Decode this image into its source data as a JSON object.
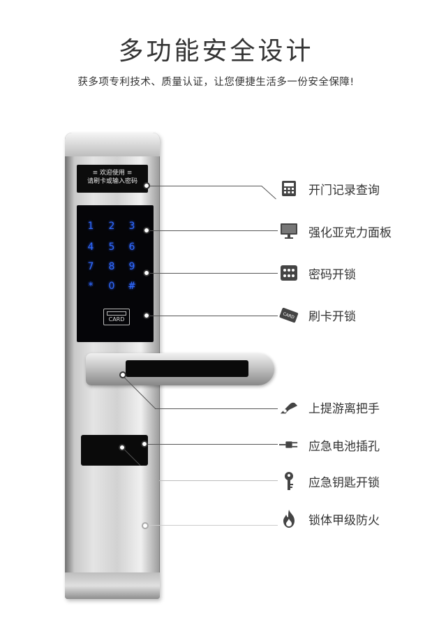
{
  "heading": {
    "title": "多功能安全设计",
    "subtitle": "获多项专利技术、质量认证，让您便捷生活多一份安全保障!"
  },
  "device": {
    "screen_line1": "≡ 欢迎使用 ≡",
    "screen_line2": "请刷卡或输入密码",
    "keys": [
      "1",
      "2",
      "3",
      "4",
      "5",
      "6",
      "7",
      "8",
      "9",
      "*",
      "0",
      "#"
    ],
    "card_label": "CARD"
  },
  "features": [
    {
      "label": "开门记录查询",
      "icon": "calculator-icon"
    },
    {
      "label": "强化亚克力面板",
      "icon": "monitor-icon"
    },
    {
      "label": "密码开锁",
      "icon": "keypad-icon"
    },
    {
      "label": "刷卡开锁",
      "icon": "card-icon"
    },
    {
      "label": "上提游离把手",
      "icon": "handle-icon"
    },
    {
      "label": "应急电池插孔",
      "icon": "plug-icon"
    },
    {
      "label": "应急钥匙开锁",
      "icon": "key-icon"
    },
    {
      "label": "锁体甲级防火",
      "icon": "fire-icon"
    }
  ],
  "colors": {
    "text": "#333333",
    "key_glow": "#2f6bff",
    "panel": "#050508"
  }
}
